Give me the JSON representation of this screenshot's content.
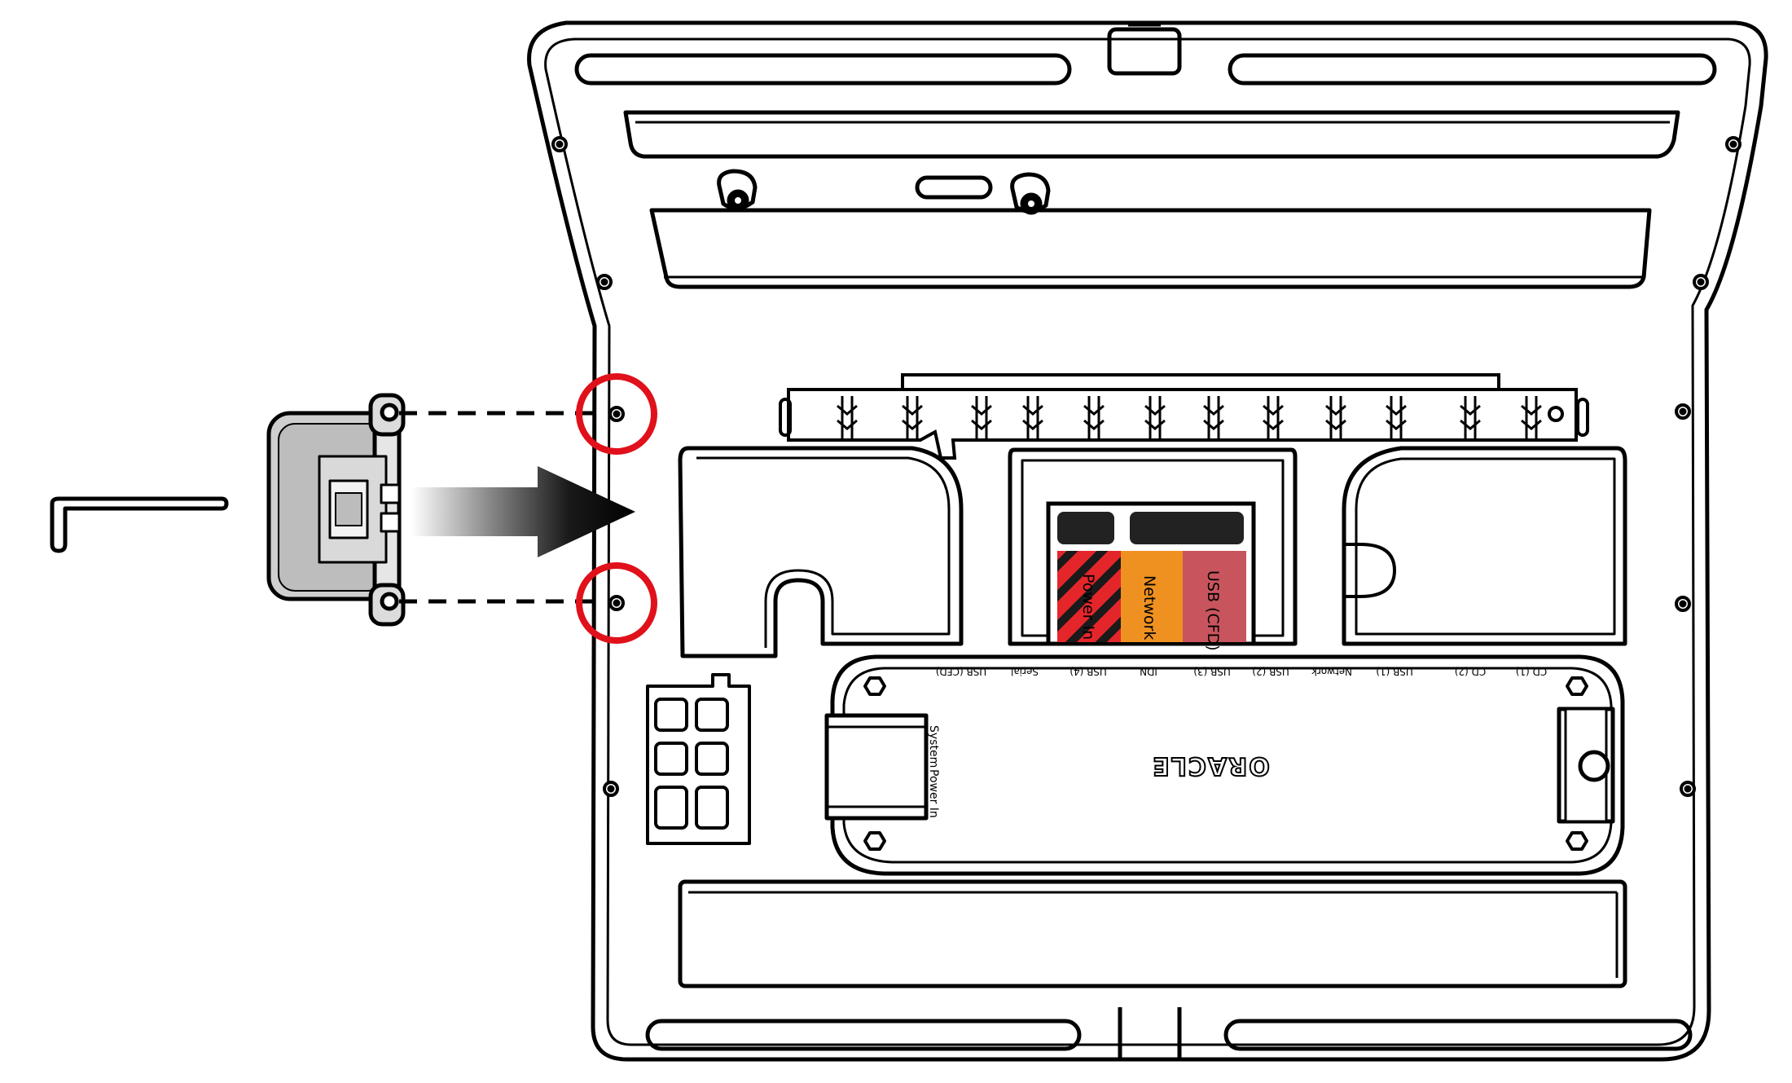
{
  "colors": {
    "stroke": "#000000",
    "highlight": "#e0111b",
    "power_label": "#e4262b",
    "network_label": "#ef9120",
    "usb_label": "#c8555e",
    "module_gray": "#cfcfcf"
  },
  "icons": [
    "hex-key-icon",
    "arrow-right-icon"
  ],
  "connector_labels": {
    "power": "Power In",
    "network": "Network",
    "usb": "USB (CFD)"
  },
  "ports": [
    {
      "id": "usb-cfd",
      "label": "USB (CFD)"
    },
    {
      "id": "serial",
      "label": "Serial"
    },
    {
      "id": "usb-4",
      "label": "USB (4)"
    },
    {
      "id": "idn",
      "label": "IDN"
    },
    {
      "id": "usb-3",
      "label": "USB (3)"
    },
    {
      "id": "usb-2",
      "label": "USB (2)"
    },
    {
      "id": "network",
      "label": "Network"
    },
    {
      "id": "usb-1",
      "label": "USB (1)"
    },
    {
      "id": "cd-2",
      "label": "CD (2)"
    },
    {
      "id": "cd-1",
      "label": "CD (1)"
    }
  ],
  "system_power": {
    "line1": "System",
    "line2": "Power In"
  },
  "brand": "ORACLE"
}
